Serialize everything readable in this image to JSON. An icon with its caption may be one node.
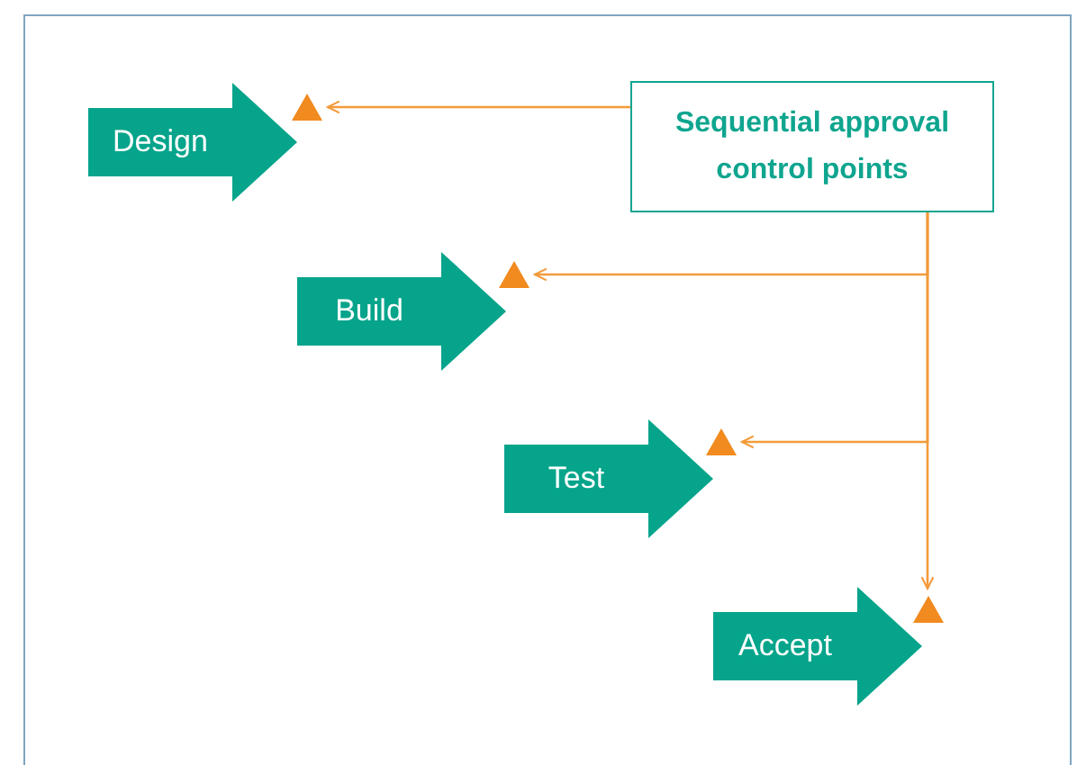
{
  "diagram": {
    "nodes": [
      {
        "text": [
          "Design"
        ]
      },
      {
        "text": [],
        "shape": "triangle"
      },
      {
        "text": [
          "Build"
        ]
      },
      {
        "text": [],
        "shape": "triangle"
      },
      {
        "text": [
          "Test"
        ]
      },
      {
        "text": [],
        "shape": "triangle"
      },
      {
        "text": [
          "Accept"
        ]
      },
      {
        "text": [],
        "shape": "triangle"
      },
      {
        "text": [
          "Sequential approval control points"
        ]
      }
    ],
    "edges": [
      {
        "from": 8,
        "to": 1,
        "arrow": "to"
      },
      {
        "from": 8,
        "to": 3,
        "arrow": "to"
      },
      {
        "from": 8,
        "to": 5,
        "arrow": "to"
      },
      {
        "from": 8,
        "to": 7,
        "arrow": "to"
      }
    ]
  }
}
